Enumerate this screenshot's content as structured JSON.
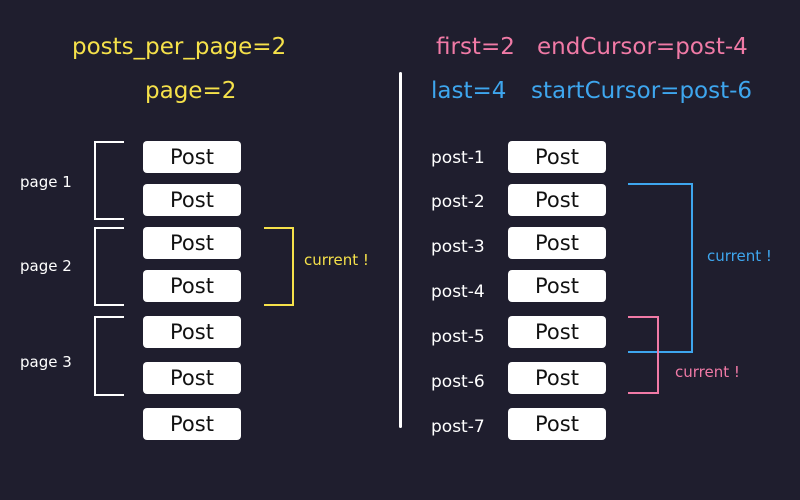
{
  "left": {
    "posts_per_page": "posts_per_page=2",
    "page": "page=2",
    "pages": [
      "page 1",
      "page 2",
      "page 3"
    ],
    "post_label": "Post",
    "current": "current !"
  },
  "right": {
    "first": "first=2",
    "end_cursor": "endCursor=post-4",
    "last": "last=4",
    "start_cursor": "startCursor=post-6",
    "posts": [
      "post-1",
      "post-2",
      "post-3",
      "post-4",
      "post-5",
      "post-6",
      "post-7"
    ],
    "post_label": "Post",
    "current_blue": "current !",
    "current_pink": "current !"
  },
  "colors": {
    "background": "#1f1e2e",
    "yellow": "#f5e14a",
    "pink": "#f07aa6",
    "blue": "#3ea6ee",
    "white": "#ffffff"
  }
}
